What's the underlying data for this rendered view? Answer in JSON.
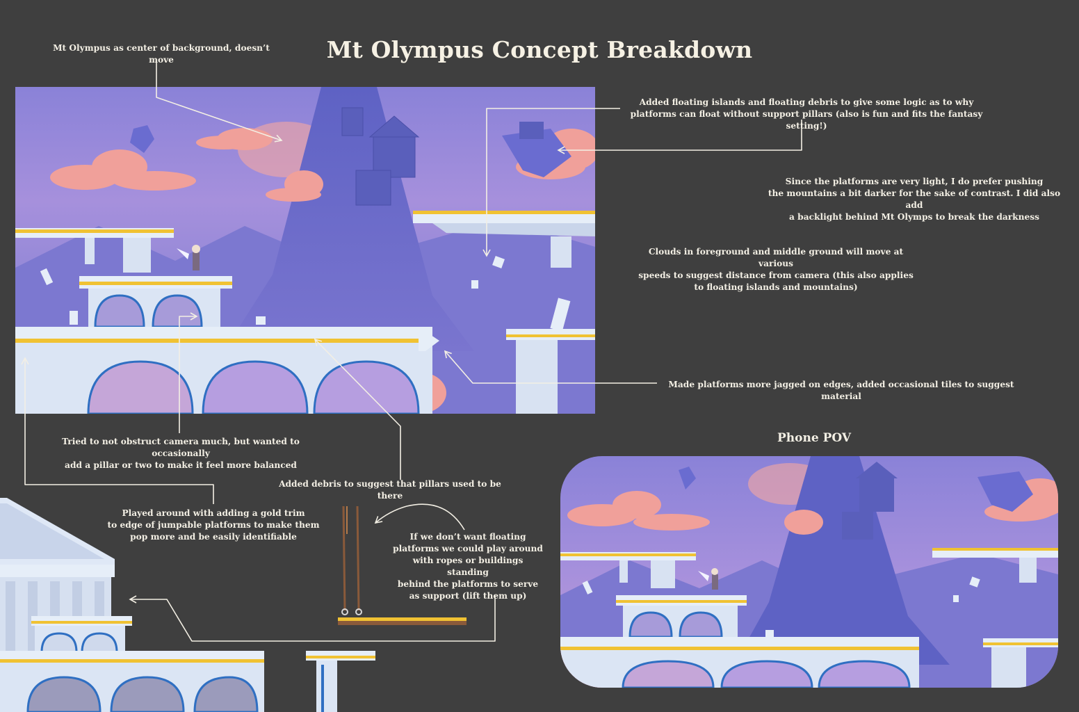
{
  "page": {
    "title": "Mt Olympus Concept Breakdown",
    "background": "#3f3f3f"
  },
  "notes": {
    "olympus": "Mt Olympus as center of background, doesn’t move",
    "islands_1": "Added floating islands and floating debris to give some logic as to why",
    "islands_2": "platforms can float without support pillars (also is fun and fits the fantasy setting!)",
    "contrast_1": "Since the platforms are very light, I do prefer pushing",
    "contrast_2": "the mountains a bit darker for the sake of contrast. I did also add",
    "contrast_3": "a backlight behind Mt Olymps to break the darkness",
    "clouds_1": "Clouds in foreground and middle ground will move at various",
    "clouds_2": "speeds to suggest distance from camera (this also applies",
    "clouds_3": "to floating islands and mountains)",
    "jagged": "Made platforms more jagged on edges, added occasional tiles to suggest material",
    "pillar_1": "Tried to not obstruct camera much, but wanted to occasionally",
    "pillar_2": "add a pillar or two to make it feel more balanced",
    "debris": "Added debris to suggest that pillars used to be there",
    "gold_1": "Played around with adding a gold trim",
    "gold_2": "to edge of jumpable platforms to make them",
    "gold_3": "pop more and be easily identifiable",
    "ropes_1": "If we don’t want floating",
    "ropes_2": "platforms we could play around",
    "ropes_3": "with ropes or buildings standing",
    "ropes_4": "behind the platforms to serve",
    "ropes_5": "as support (lift them up)"
  },
  "phone": {
    "heading": "Phone POV"
  },
  "colors": {
    "sky_top": "#8b7fd4",
    "sky_bottom": "#b79ad8",
    "mountain": "#6a6cc7",
    "cloud": "#f29a92",
    "platform": "#e6eef8",
    "gold_trim": "#f0c233",
    "pillar_blue": "#2f6fc2",
    "annotation_line": "#f3efe4"
  }
}
